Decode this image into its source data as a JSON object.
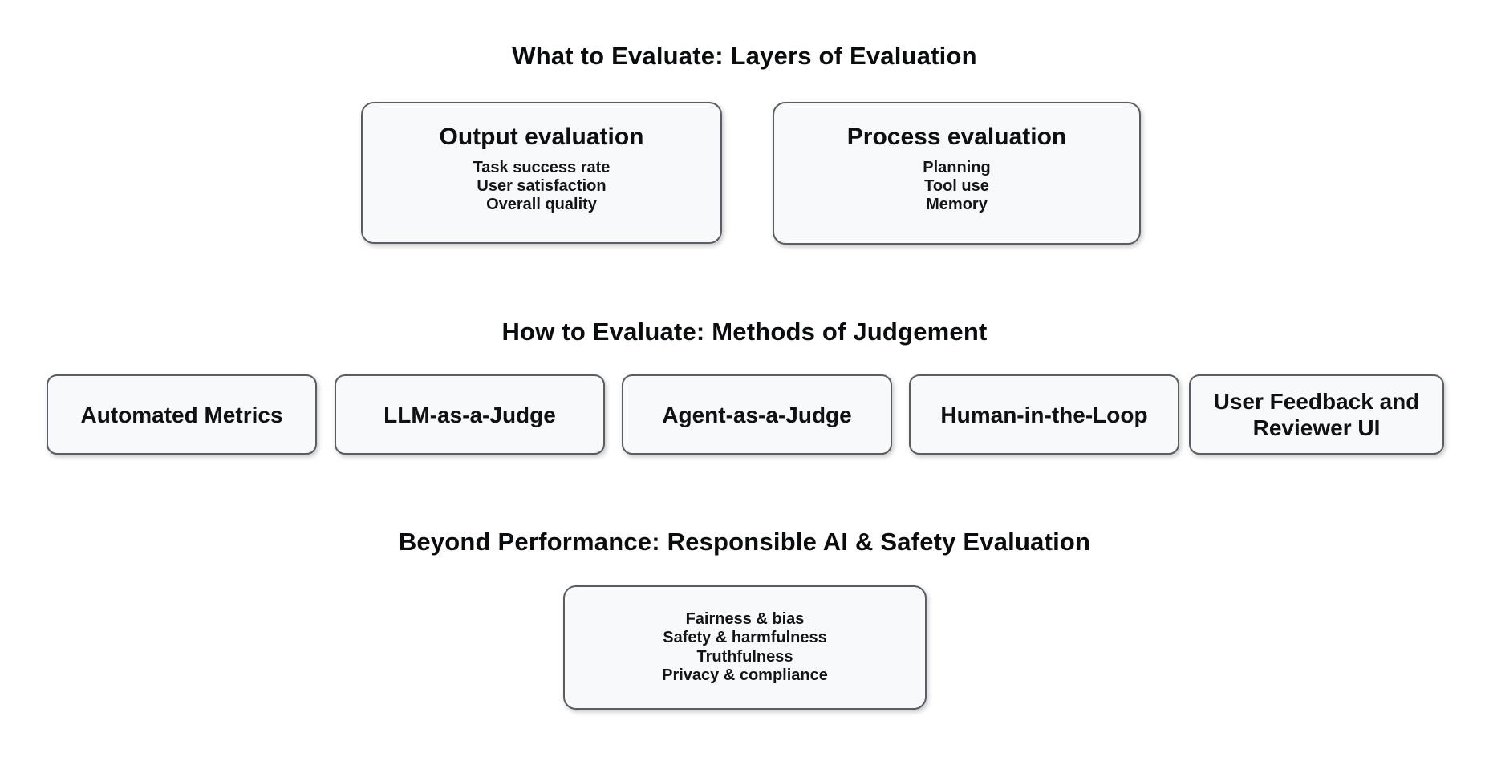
{
  "colors": {
    "page_background": "#ffffff",
    "box_fill": "#f8f9fa",
    "box_border": "#5a5e63",
    "title_text": "#0b0c0d",
    "box_text": "#141518"
  },
  "sections": [
    {
      "id": "what-to-evaluate",
      "title": "What to Evaluate: Layers of Evaluation",
      "boxes": [
        {
          "heading": "Output evaluation",
          "lines": [
            "Task success rate",
            "User satisfaction",
            "Overall quality"
          ]
        },
        {
          "heading": "Process evaluation",
          "lines": [
            "Planning",
            "Tool use",
            "Memory"
          ]
        }
      ]
    },
    {
      "id": "how-to-evaluate",
      "title": "How to Evaluate: Methods of Judgement",
      "boxes": [
        {
          "label": "Automated Metrics"
        },
        {
          "label": "LLM-as-a-Judge"
        },
        {
          "label": "Agent-as-a-Judge"
        },
        {
          "label": "Human-in-the-Loop"
        },
        {
          "label": "User Feedback and Reviewer UI"
        }
      ]
    },
    {
      "id": "beyond-performance",
      "title": "Beyond Performance: Responsible AI & Safety Evaluation",
      "boxes": [
        {
          "lines": [
            "Fairness & bias",
            "Safety & harmfulness",
            "Truthfulness",
            "Privacy & compliance"
          ]
        }
      ]
    }
  ]
}
